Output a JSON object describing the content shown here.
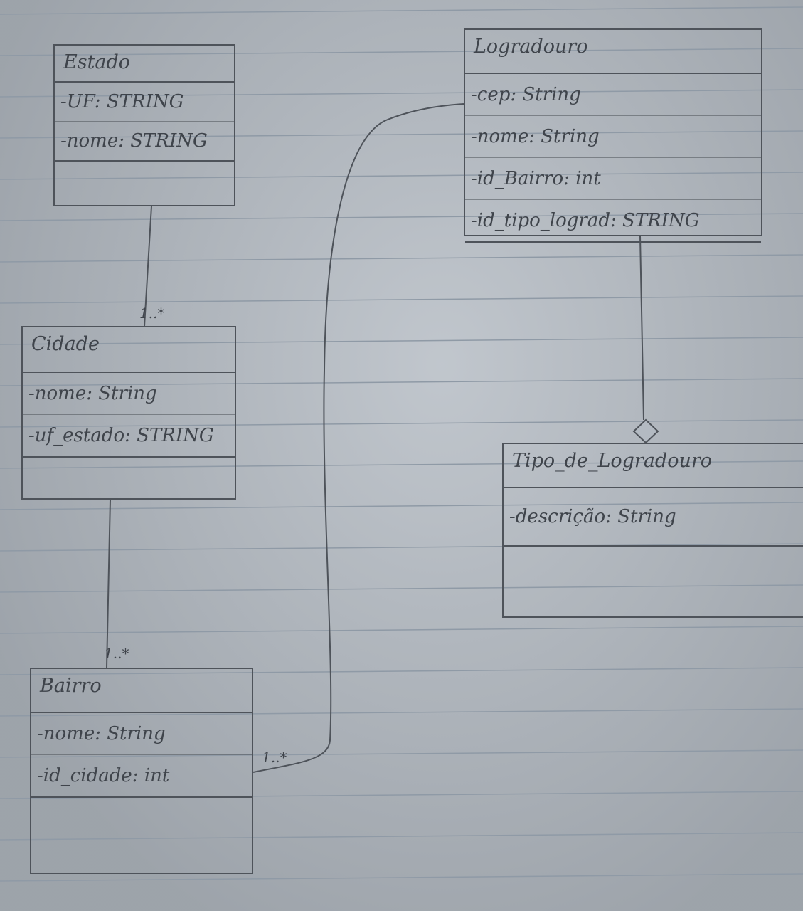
{
  "classes": {
    "estado": {
      "name": "Estado",
      "attributes": [
        "-UF: STRING",
        "-nome: STRING"
      ]
    },
    "cidade": {
      "name": "Cidade",
      "attributes": [
        "-nome: String",
        "-uf_estado: STRING"
      ]
    },
    "bairro": {
      "name": "Bairro",
      "attributes": [
        "-nome: String",
        "-id_cidade: int"
      ]
    },
    "logradouro": {
      "name": "Logradouro",
      "attributes": [
        "-cep: String",
        "-nome: String",
        "-id_Bairro: int",
        "-id_tipo_lograd: STRING"
      ]
    },
    "tipo_logradouro": {
      "name": "Tipo_de_Logradouro",
      "attributes": [
        "-descrição: String"
      ]
    }
  },
  "multiplicities": {
    "estado_cidade": "1..*",
    "cidade_bairro": "1..*",
    "bairro_logradouro": "1..*"
  }
}
